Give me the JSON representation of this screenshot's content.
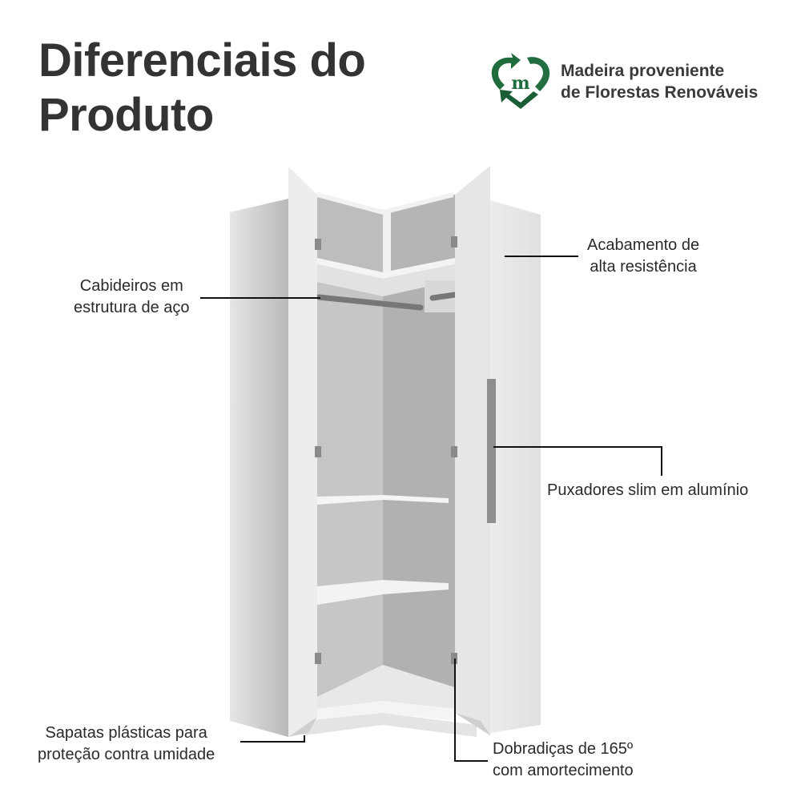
{
  "header": {
    "title_line1": "Diferenciais do",
    "title_line2": "Produto"
  },
  "badge": {
    "icon": "recycle-heart-m-icon",
    "line1": "Madeira proveniente",
    "line2": "de Florestas Renováveis",
    "color": "#1e6b3c"
  },
  "product": {
    "description": "White corner wardrobe with two open doors, upper compartments, hanging rails and shelves"
  },
  "callouts": [
    {
      "id": "finish",
      "line1": "Acabamento de",
      "line2": "alta resistência"
    },
    {
      "id": "hangers",
      "line1": "Cabideiros em",
      "line2": "estrutura de aço"
    },
    {
      "id": "handles",
      "line1": "Puxadores slim em alumínio"
    },
    {
      "id": "feet",
      "line1": "Sapatas plásticas para",
      "line2": "proteção contra umidade"
    },
    {
      "id": "hinges",
      "line1": "Dobradiças de 165º",
      "line2": "com amortecimento"
    }
  ]
}
